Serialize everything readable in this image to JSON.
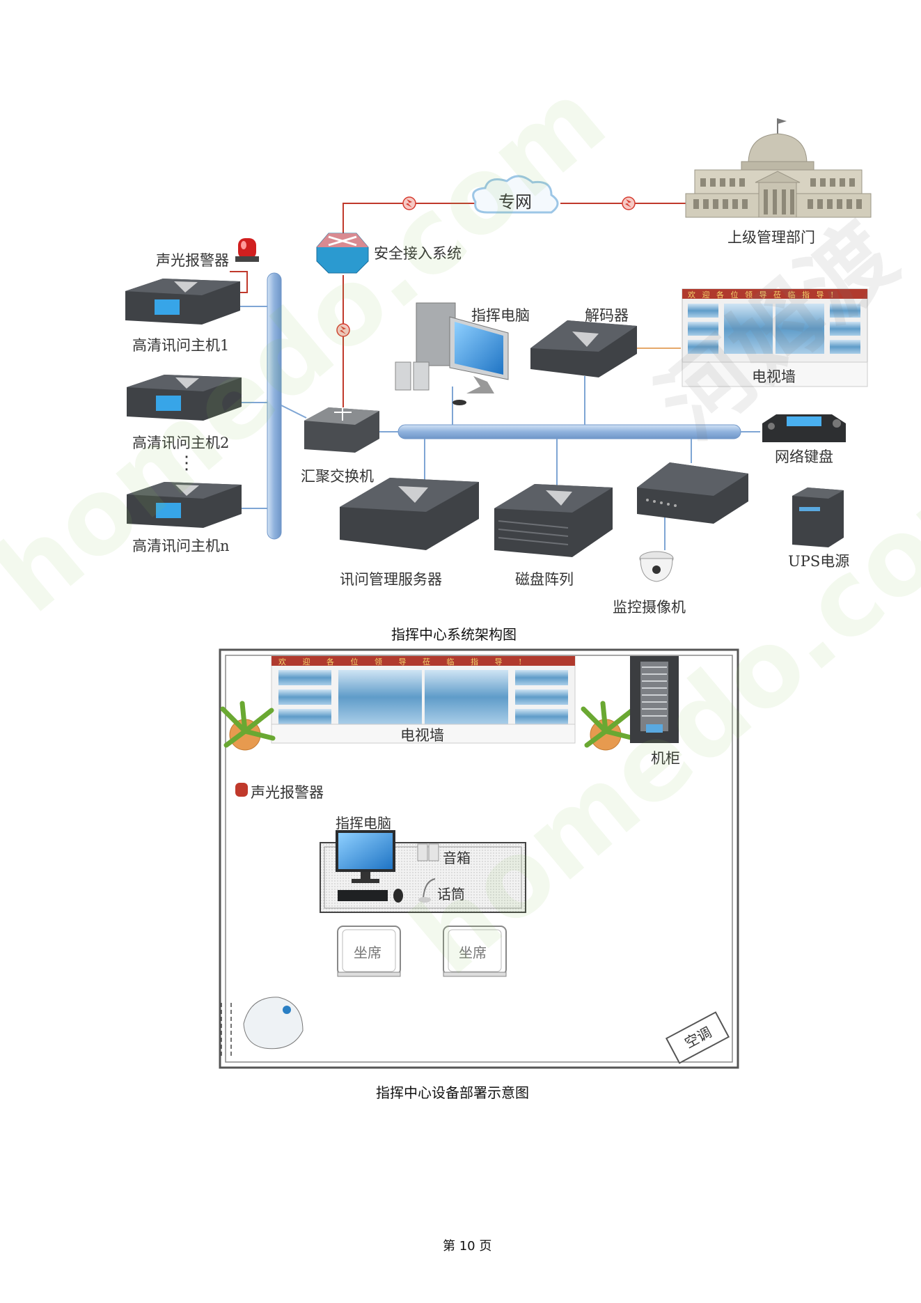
{
  "arch": {
    "private_net": "专网",
    "superior_dept": "上级管理部门",
    "security_access": "安全接入系统",
    "alarm": "声光报警器",
    "host1": "高清讯问主机1",
    "host2": "高清讯问主机2",
    "hostn": "高清讯问主机n",
    "dots": "⋮",
    "command_pc": "指挥电脑",
    "decoder": "解码器",
    "tv_wall": "电视墙",
    "tv_wall_banner": "欢 迎 各 位 领 导 莅 临 指 导 !",
    "agg_switch": "汇聚交换机",
    "net_keyboard": "网络键盘",
    "interrogation_server": "讯问管理服务器",
    "disk_array": "磁盘阵列",
    "camera": "监控摄像机",
    "ups": "UPS电源",
    "caption": "指挥中心系统架构图"
  },
  "layout": {
    "tv_wall": "电视墙",
    "tv_wall_banner": "欢 迎 各 位 领 导 莅 临 指 导 !",
    "cabinet": "机柜",
    "alarm": "声光报警器",
    "command_pc": "指挥电脑",
    "speaker": "音箱",
    "microphone": "话筒",
    "seat1": "坐席",
    "seat2": "坐席",
    "ac": "空调",
    "caption": "指挥中心设备部署示意图"
  },
  "watermarks": [
    "homedo.com",
    "homedo.com",
    "河姆渡"
  ],
  "footer": {
    "page": "第 10 页"
  },
  "colors": {
    "bus": "#8fb2dd",
    "red_line": "#c0392b",
    "device": "#3f4246",
    "screen": "#3a8fd6"
  }
}
